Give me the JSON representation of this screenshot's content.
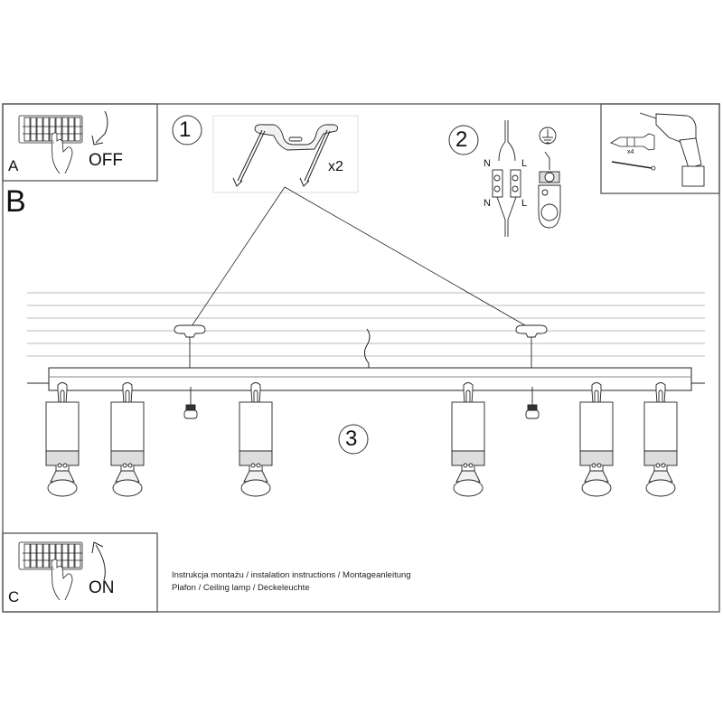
{
  "document": {
    "type": "installation-manual-sheet",
    "colors": {
      "line": "#222222",
      "frame": "#555555",
      "light_gray": "#bbbbbb",
      "shade": "#cccccc"
    }
  },
  "panels": {
    "a": {
      "letter": "A",
      "action": "OFF",
      "icon": "circuit-breaker-off"
    },
    "b": {
      "letter": "B"
    },
    "c": {
      "letter": "C",
      "action": "ON",
      "icon": "circuit-breaker-on"
    },
    "tools": {
      "anchor_qty": "x4",
      "icons": [
        "wall-plug-icon",
        "screw-icon",
        "drill-icon"
      ]
    }
  },
  "steps": [
    {
      "number": "1",
      "note": "x2",
      "content": "mounting-bracket-with-screws"
    },
    {
      "number": "2",
      "labels": [
        "N",
        "L",
        "N",
        "L"
      ],
      "content": "wire-connector-and-ground-terminal"
    },
    {
      "number": "3",
      "content": "ceiling-lamp-assembly",
      "spotlights": 6,
      "mount_points": 2
    }
  ],
  "footer": {
    "line1": "Instrukcja montażu / instalation instructions / Montageanleitung",
    "line2": "Plafon / Ceiling lamp / Deckeleuchte"
  }
}
